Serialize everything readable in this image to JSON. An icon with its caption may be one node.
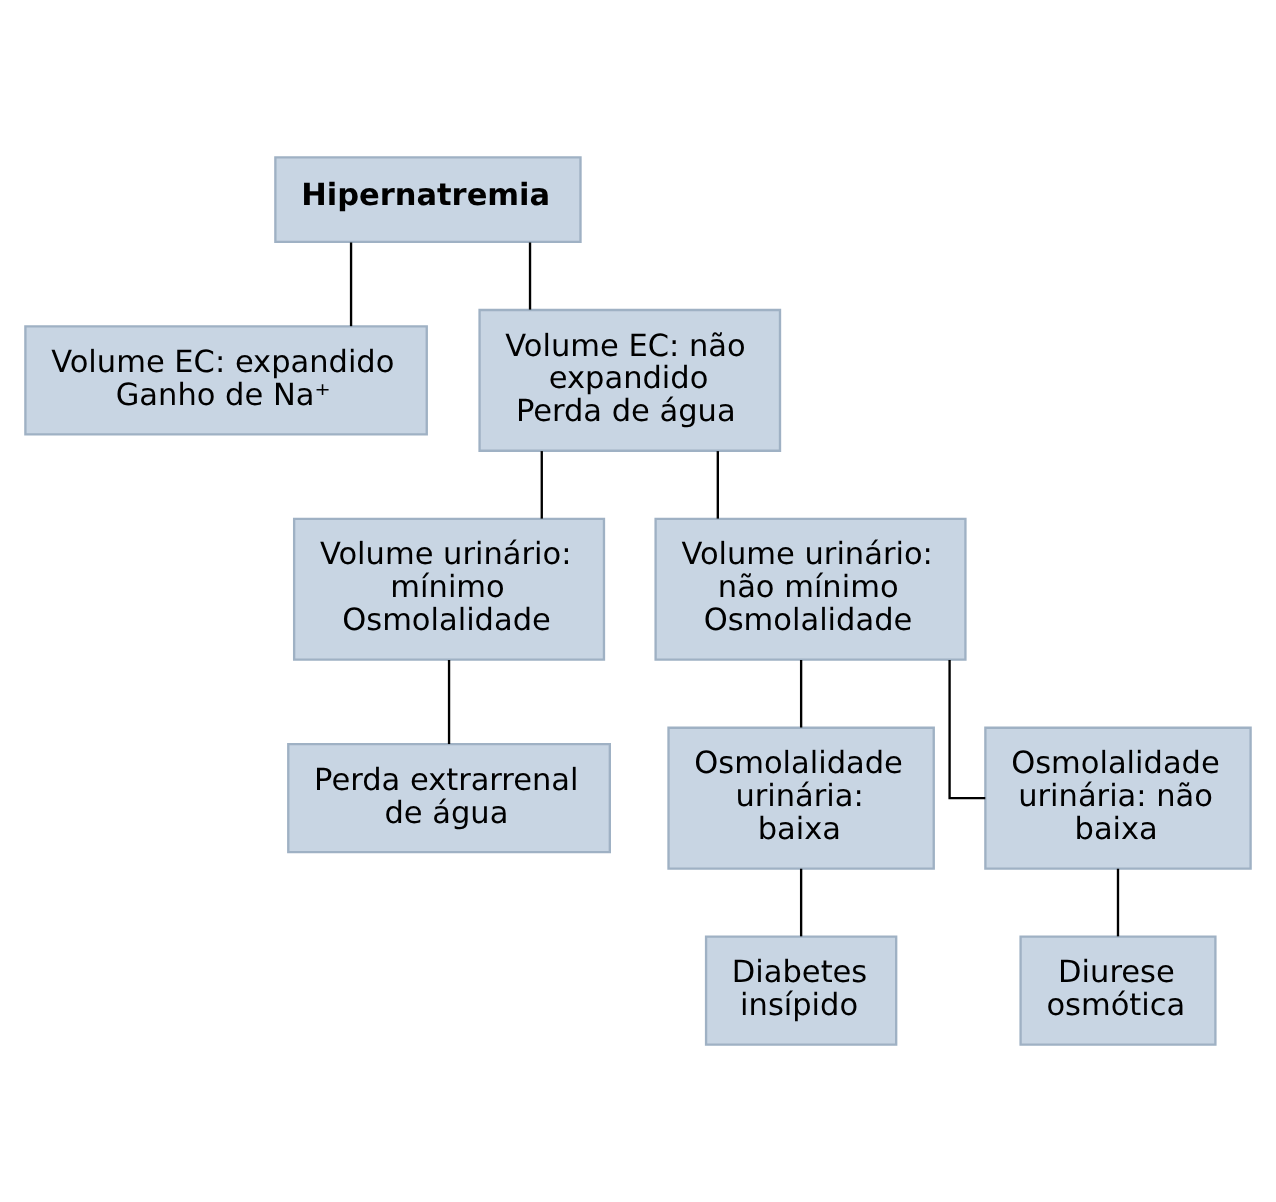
{
  "diagram": {
    "nodes": [
      {
        "text": [
          "Hipernatremia"
        ]
      },
      {
        "text": [
          "Volume EC: expandido",
          "Ganho de Na⁺"
        ]
      },
      {
        "text": [
          "Volume EC: não expandido",
          "Perda de água"
        ]
      },
      {
        "text": [
          "Volume urinário: mínimo",
          "Osmolalidade"
        ]
      },
      {
        "text": [
          "Volume urinário: não mínimo",
          "Osmolalidade"
        ]
      },
      {
        "text": [
          "Perda extrarrenal de água"
        ]
      },
      {
        "text": [
          "Osmolalidade urinária: baixa"
        ]
      },
      {
        "text": [
          "Osmolalidade urinária: não baixa"
        ]
      },
      {
        "text": [
          "Diabetes insípido"
        ]
      },
      {
        "text": [
          "Diurese osmótica"
        ]
      }
    ],
    "edges": [
      {
        "from": 0,
        "to": 1,
        "arrow": "none"
      },
      {
        "from": 0,
        "to": 2,
        "arrow": "none"
      },
      {
        "from": 2,
        "to": 3,
        "arrow": "none"
      },
      {
        "from": 2,
        "to": 4,
        "arrow": "none"
      },
      {
        "from": 3,
        "to": 5,
        "arrow": "none"
      },
      {
        "from": 4,
        "to": 6,
        "arrow": "none"
      },
      {
        "from": 4,
        "to": 7,
        "arrow": "none"
      },
      {
        "from": 6,
        "to": 8,
        "arrow": "none"
      },
      {
        "from": 7,
        "to": 9,
        "arrow": "none"
      }
    ]
  }
}
